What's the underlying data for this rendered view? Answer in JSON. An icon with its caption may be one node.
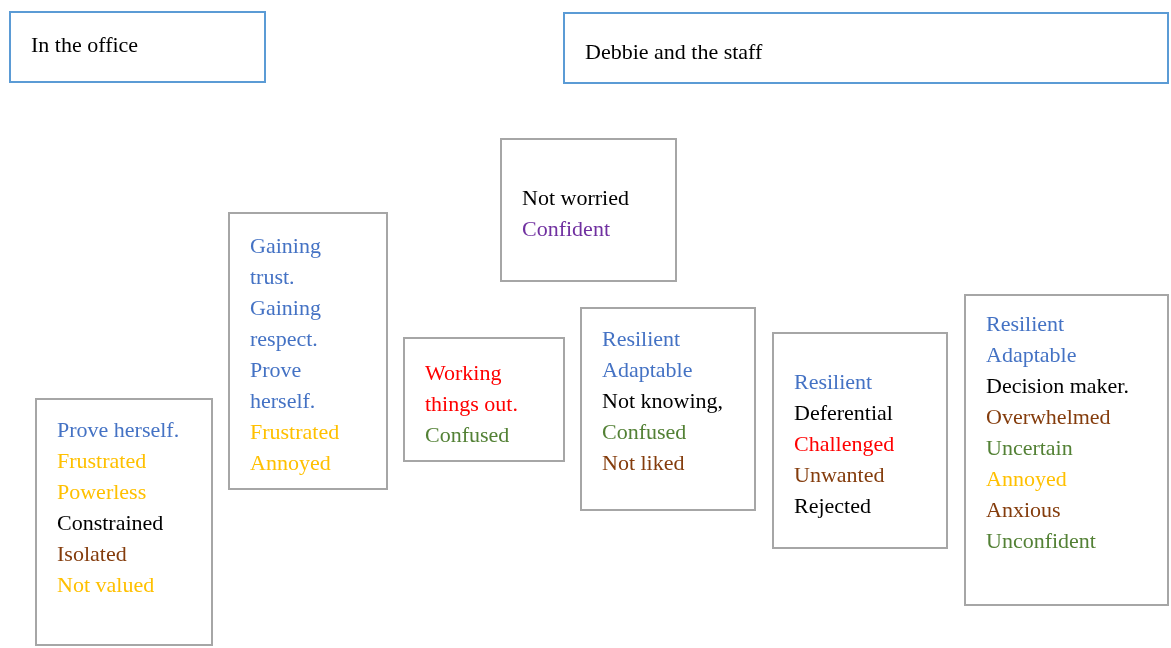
{
  "diagram": {
    "nodes": [
      {
        "text": [
          "In the office"
        ]
      },
      {
        "text": [
          "Debbie and the staff"
        ]
      },
      {
        "text": [
          "Prove herself.",
          "Frustrated",
          "Powerless",
          "Constrained",
          "Isolated",
          "Not valued"
        ]
      },
      {
        "text": [
          "Gaining trust.",
          "Gaining respect.",
          "Prove herself.",
          "Frustrated",
          "Annoyed"
        ]
      },
      {
        "text": [
          "Working things out.",
          "Confused"
        ]
      },
      {
        "text": [
          "Not worried",
          "Confident"
        ]
      },
      {
        "text": [
          "Resilient",
          "Adaptable",
          "Not knowing,",
          "Confused",
          "Not liked"
        ]
      },
      {
        "text": [
          "Resilient",
          "Deferential",
          "Challenged",
          "Unwanted",
          "Rejected"
        ]
      },
      {
        "text": [
          "Resilient",
          "Adaptable",
          "Decision maker.",
          "Overwhelmed",
          "Uncertain",
          "Annoyed",
          "Anxious",
          "Unconfident"
        ]
      }
    ]
  }
}
